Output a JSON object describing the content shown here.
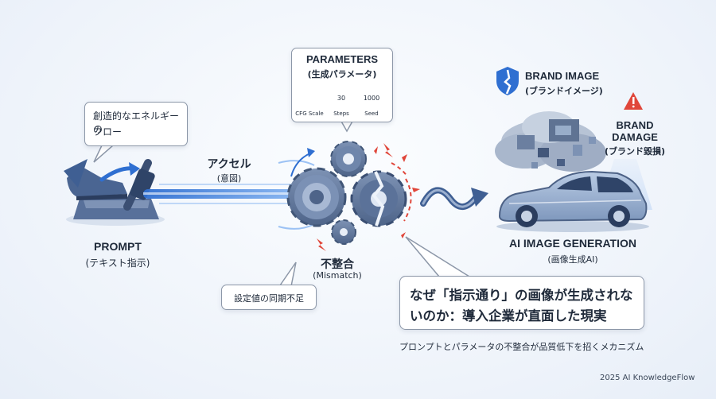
{
  "prompt": {
    "title": "PROMPT",
    "subtitle": "(テキスト指示)",
    "bubble_line1": "創造的なエネルギーの",
    "bubble_line2": "フロー"
  },
  "accel": {
    "title": "アクセル",
    "subtitle": "(意図)"
  },
  "parameters": {
    "title": "PARAMETERS",
    "subtitle": "(生成パラメータ)",
    "dials": [
      {
        "value": "",
        "label": "CFG Scale"
      },
      {
        "value": "30",
        "label": "Steps"
      },
      {
        "value": "1000",
        "label": "Seed"
      }
    ]
  },
  "mismatch": {
    "title": "不整合",
    "subtitle": "(Mismatch)",
    "bubble": "設定値の同期不足"
  },
  "brand_image": {
    "title": "BRAND IMAGE",
    "subtitle": "(ブランドイメージ)"
  },
  "brand_damage": {
    "line1": "BRAND",
    "line2": "DAMAGE",
    "subtitle": "(ブランド毀損)"
  },
  "ai_generation": {
    "title": "AI IMAGE GENERATION",
    "subtitle": "(画像生成AI)"
  },
  "headline": {
    "line1": "なぜ「指示通り」の画像が生成されな",
    "line2": "いのか：導入企業が直面した現実"
  },
  "caption": "プロンプトとパラメータの不整合が品質低下を招くメカニズム",
  "footer": "2025 AI KnowledgeFlow",
  "colors": {
    "accent_blue": "#2f6fd1",
    "gear_blue": "#3f5f93",
    "alert_red": "#e0463a",
    "text_dark": "#1f2a3a"
  }
}
